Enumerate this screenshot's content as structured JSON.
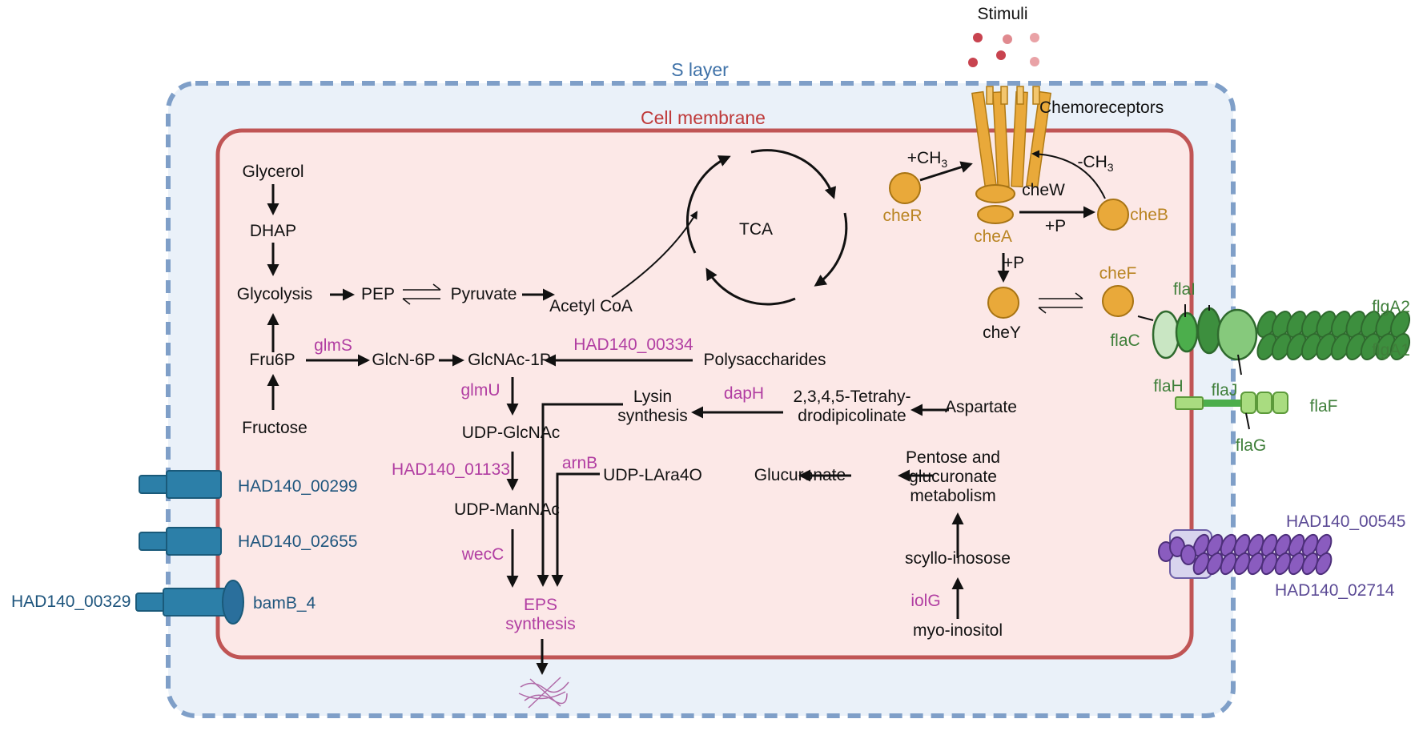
{
  "layers": {
    "s_layer": "S layer",
    "cell_membrane": "Cell membrane"
  },
  "metabolites": {
    "glycerol": "Glycerol",
    "dhap": "DHAP",
    "glycolysis": "Glycolysis",
    "pep": "PEP",
    "pyruvate": "Pyruvate",
    "acetyl_coa": "Acetyl CoA",
    "tca": "TCA",
    "fru6p": "Fru6P",
    "fructose": "Fructose",
    "glcn6p": "GlcN-6P",
    "glcnac1p": "GlcNAc-1P",
    "polysaccharides": "Polysaccharides",
    "udp_glcnac": "UDP-GlcNAc",
    "udp_mannac": "UDP-ManNAc",
    "eps_synthesis": "EPS\nsynthesis",
    "lysin_synthesis": "Lysin\nsynthesis",
    "tetrahydro": "2,3,4,5-Tetrahy-\ndrodipicolinate",
    "aspartate": "Aspartate",
    "udp_lara4o": "UDP-LAra4O",
    "glucuronate": "Glucuronate",
    "pentose": "Pentose and\nglucuronate\nmetabolism",
    "scyllo": "scyllo-inosose",
    "myo": "myo-inositol"
  },
  "genes": {
    "glms": "glmS",
    "had_00334": "HAD140_00334",
    "glmu": "glmU",
    "had_01133": "HAD140_01133",
    "wecc": "wecC",
    "arnb": "arnB",
    "daph": "dapH",
    "iolg": "iolG"
  },
  "chemotaxis": {
    "stimuli": "Stimuli",
    "chemoreceptors": "Chemoreceptors",
    "plus_ch3": "+CH3",
    "minus_ch3": "-CH3",
    "cher": "cheR",
    "chew": "cheW",
    "chea": "cheA",
    "cheb": "cheB",
    "plus_p1": "+P",
    "plus_p2": "+P",
    "chey": "cheY",
    "chef": "cheF"
  },
  "flagella": {
    "flai": "flaI",
    "flac": "flaC",
    "flah": "flaH",
    "flaj": "flaJ",
    "flga2": "flgA2",
    "flga1": "flgA1",
    "flaf": "flaF",
    "flag": "flaG"
  },
  "transporters": {
    "had_00299": "HAD140_00299",
    "had_02655": "HAD140_02655",
    "had_00329": "HAD140_00329",
    "bamb4": "bamB_4",
    "had_00545": "HAD140_00545",
    "had_02714": "HAD140_02714"
  },
  "colors": {
    "s_layer_fill": "#eaf1f9",
    "s_layer_border": "#7f9fc8",
    "cell_fill": "#fce8e7",
    "cell_border": "#c05555",
    "enzyme": "#b13ea2",
    "che": "#e9a93a",
    "flagellin": "#3d8f3e",
    "transporter": "#2c7fa8",
    "pilin": "#8a5cbf"
  }
}
